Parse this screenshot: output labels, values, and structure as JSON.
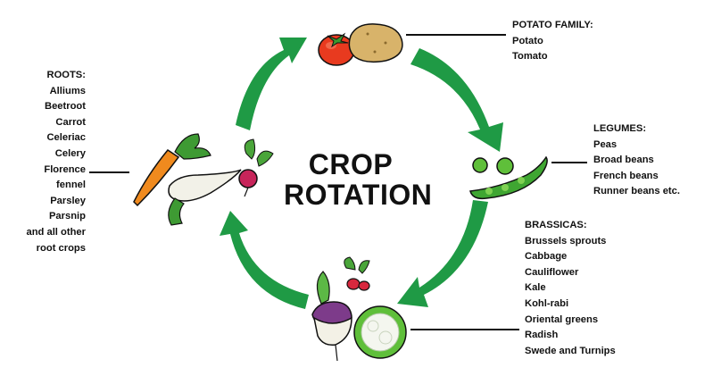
{
  "title": {
    "line1": "CROP",
    "line2": "ROTATION"
  },
  "colors": {
    "arrow": "#1f9a45",
    "text": "#111111"
  },
  "groups": {
    "potato": {
      "heading": "POTATO FAMILY:",
      "items": [
        "Potato",
        "Tomato"
      ]
    },
    "legumes": {
      "heading": "LEGUMES:",
      "items": [
        "Peas",
        "Broad beans",
        "French beans",
        "Runner beans etc."
      ]
    },
    "brassicas": {
      "heading": "BRASSICAS:",
      "items": [
        "Brussels sprouts",
        "Cabbage",
        "Cauliflower",
        "Kale",
        "Kohl-rabi",
        "Oriental greens",
        "Radish",
        "Swede and Turnips"
      ]
    },
    "roots": {
      "heading": "ROOTS:",
      "items": [
        "Alliums",
        "Beetroot",
        "Carrot",
        "Celeriac",
        "Celery",
        "Florence",
        "fennel",
        "Parsley",
        "Parsnip",
        "and all other",
        "root crops"
      ]
    }
  },
  "icons": [
    "tomato-icon",
    "potato-icon",
    "peas-icon",
    "turnip-icon",
    "cauliflower-icon",
    "radish-icon",
    "carrot-icon",
    "parsnip-icon",
    "beetroot-icon"
  ]
}
